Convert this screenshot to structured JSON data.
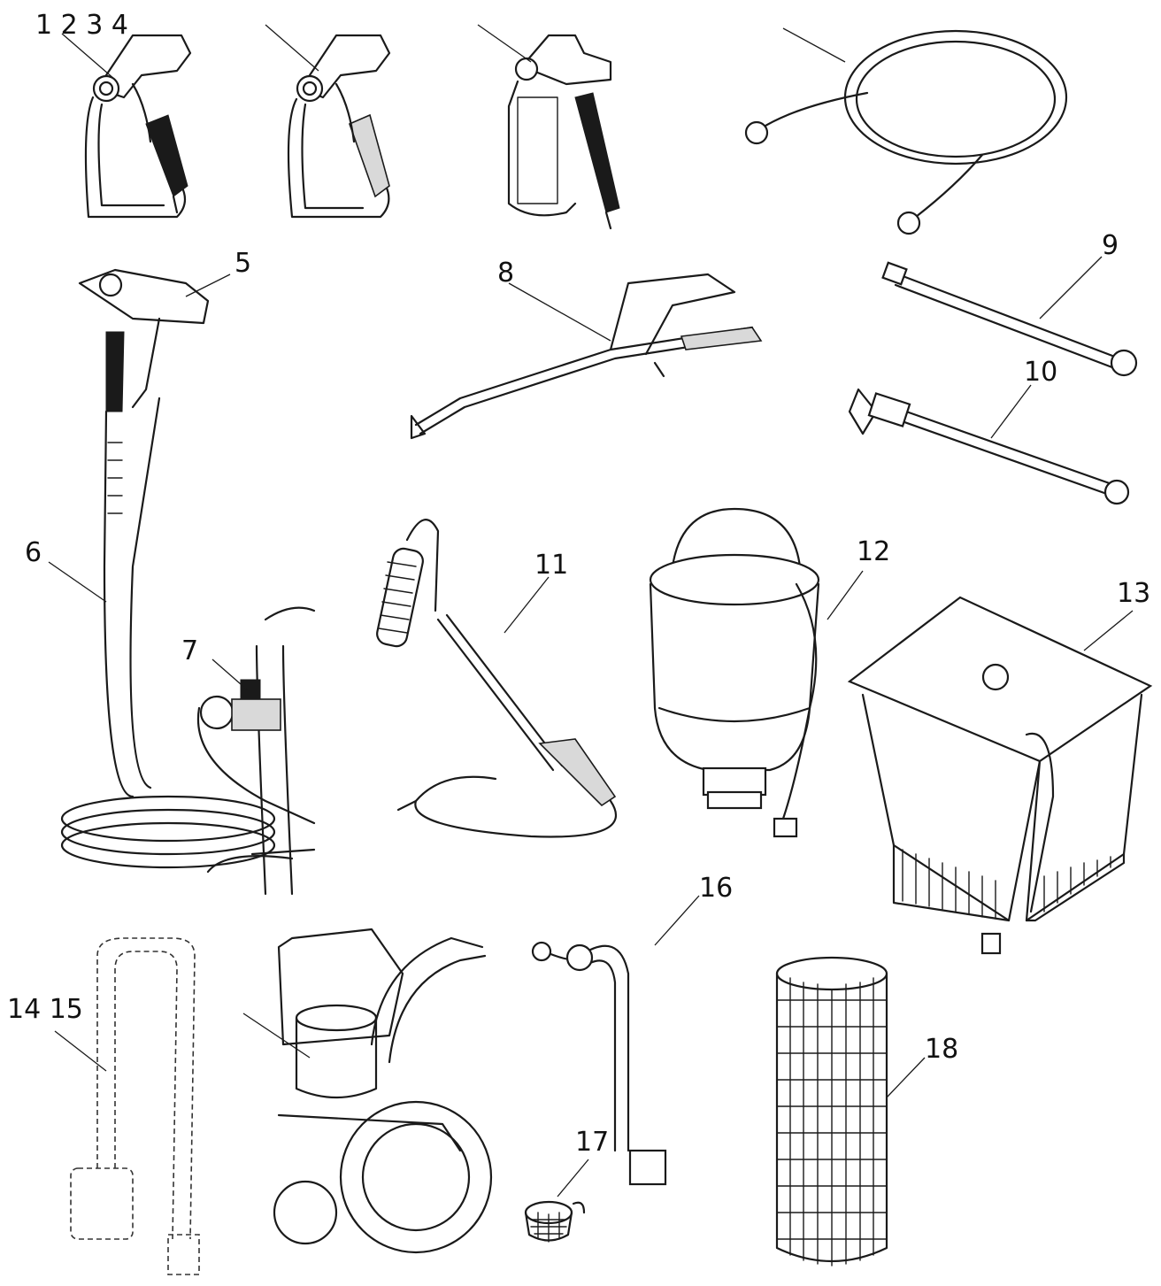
{
  "callouts": {
    "c1234": "1 2 3 4",
    "c5": "5",
    "c6": "6",
    "c7": "7",
    "c8": "8",
    "c9": "9",
    "c10": "10",
    "c11": "11",
    "c12": "12",
    "c13": "13",
    "c1415": "14 15",
    "c16": "16",
    "c17": "17",
    "c18": "18"
  },
  "colors": {
    "ink": "#1a1a1a",
    "background": "#ffffff"
  }
}
